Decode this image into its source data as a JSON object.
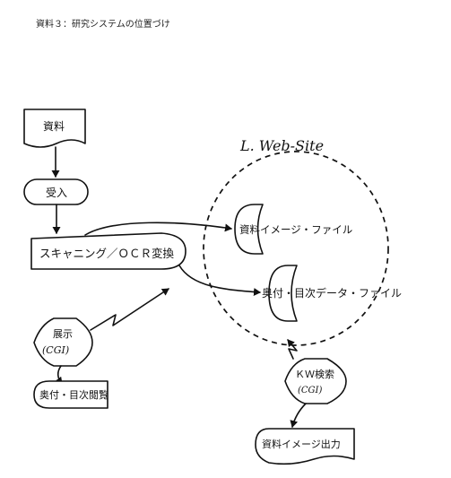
{
  "header": {
    "title": "資料３：研究システムの位置づけ"
  },
  "diagram": {
    "website_label": "L. Web-Site",
    "nodes": {
      "source": "資料",
      "intake": "受入",
      "scanning": "スキャニング／ＯＣＲ変換",
      "image_file": "資料イメージ・ファイル",
      "data_file": "奥付・目次データ・ファイル",
      "display": "展示",
      "display_cgi": "(CGI)",
      "toc_view": "奥付・目次閲覧",
      "kw_search": "ＫＷ検索",
      "kw_cgi": "(CGI)",
      "image_output": "資料イメージ出力"
    }
  }
}
